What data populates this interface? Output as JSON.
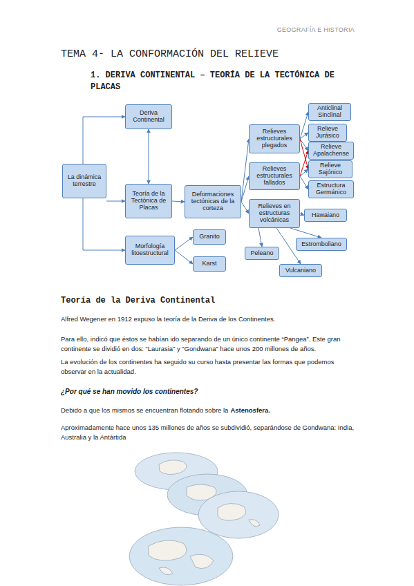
{
  "diagram": {
    "title": "TEMA 4- LA CONFORMACIÓN DEL RELIEVE",
    "nodes": [
      {
        "text": [
          "La dinámica terrestre"
        ]
      },
      {
        "text": [
          "Deriva Continental"
        ]
      },
      {
        "text": [
          "Teoría de la Tectónica de Placas"
        ]
      },
      {
        "text": [
          "Morfología litoestructural"
        ]
      },
      {
        "text": [
          "Deformaciones tectónicas de la corteza"
        ]
      },
      {
        "text": [
          "Relieves estructurales plegados"
        ]
      },
      {
        "text": [
          "Relieves estructurales fallados"
        ]
      },
      {
        "text": [
          "Relieves en estructuras volcánicas"
        ]
      },
      {
        "text": [
          "Anticlinal Sinclinal"
        ]
      },
      {
        "text": [
          "Relieve Jurásico"
        ]
      },
      {
        "text": [
          "Relieve Apalachense"
        ]
      },
      {
        "text": [
          "Relieve Sajónico"
        ]
      },
      {
        "text": [
          "Estructura Germánico"
        ]
      },
      {
        "text": [
          "Hawaiano"
        ]
      },
      {
        "text": [
          "Granito"
        ]
      },
      {
        "text": [
          "Karst"
        ]
      },
      {
        "text": [
          "Peleano"
        ]
      },
      {
        "text": [
          "Estromboliano"
        ]
      },
      {
        "text": [
          "Vulcaniano"
        ]
      }
    ],
    "edges": [
      {
        "from": 0,
        "to": 1,
        "arrow": "to"
      },
      {
        "from": 0,
        "to": 2,
        "arrow": "to"
      },
      {
        "from": 0,
        "to": 3,
        "arrow": "to"
      },
      {
        "from": 1,
        "to": 2,
        "arrow": "both"
      },
      {
        "from": 2,
        "to": 4,
        "arrow": "to"
      },
      {
        "from": 4,
        "to": 5,
        "arrow": "to"
      },
      {
        "from": 4,
        "to": 6,
        "arrow": "to"
      },
      {
        "from": 4,
        "to": 7,
        "arrow": "to"
      },
      {
        "from": 5,
        "to": 8,
        "arrow": "to"
      },
      {
        "from": 5,
        "to": 9,
        "arrow": "to"
      },
      {
        "from": 5,
        "to": 10,
        "arrow": "to"
      },
      {
        "from": 6,
        "to": 11,
        "arrow": "to"
      },
      {
        "from": 6,
        "to": 12,
        "arrow": "to"
      },
      {
        "from": 5,
        "to": 11,
        "arrow": "to"
      },
      {
        "from": 6,
        "to": 10,
        "arrow": "to"
      },
      {
        "from": 7,
        "to": 13,
        "arrow": "to"
      },
      {
        "from": 7,
        "to": 16,
        "arrow": "to"
      },
      {
        "from": 7,
        "to": 17,
        "arrow": "to"
      },
      {
        "from": 7,
        "to": 18,
        "arrow": "to"
      },
      {
        "from": 3,
        "to": 14,
        "arrow": "to"
      },
      {
        "from": 3,
        "to": 15,
        "arrow": "to"
      }
    ],
    "labels": [
      "GEOGRAFÍA E HISTORIA",
      "1. DERIVA CONTINENTAL – TEORÍA DE LA TECTÓNICA DE PLACAS",
      "Teoría de la Deriva Continental",
      "Alfred Wegener en 1912 expuso la teoría de la Deriva de los Continentes.",
      "Para ello, indicó que éstos se habían ido separando de un único continente “Pangea”. Este gran continente se dividió en dos: “Laurasia” y “Gondwana” hace unos 200 millones de años.",
      "La evolución de los continentes ha seguido su curso hasta presentar las formas que podemos observar en la actualidad.",
      "¿Por qué se han movido los continentes?",
      "Debido a que los mismos se encuentran flotando sobre la",
      "Astenosfera.",
      "Aproximadamente hace unos 135 millones de años se subdividió, separándose de Gondwana: India, Australia y la Antártida"
    ]
  }
}
